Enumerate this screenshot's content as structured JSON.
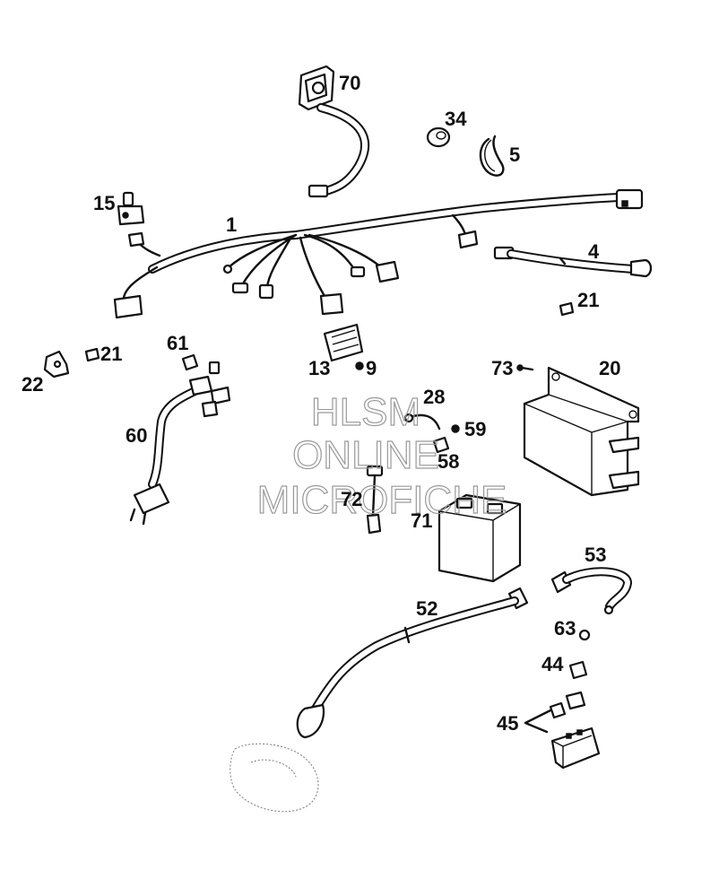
{
  "callouts": [
    {
      "id": "c70",
      "text": "70"
    },
    {
      "id": "c34",
      "text": "34"
    },
    {
      "id": "c5",
      "text": "5"
    },
    {
      "id": "c15",
      "text": "15"
    },
    {
      "id": "c1",
      "text": "1"
    },
    {
      "id": "c4",
      "text": "4"
    },
    {
      "id": "c21a",
      "text": "21"
    },
    {
      "id": "c21b",
      "text": "21"
    },
    {
      "id": "c22",
      "text": "22"
    },
    {
      "id": "c61",
      "text": "61"
    },
    {
      "id": "c13",
      "text": "13"
    },
    {
      "id": "c9",
      "text": "9"
    },
    {
      "id": "c73",
      "text": "73"
    },
    {
      "id": "c20",
      "text": "20"
    },
    {
      "id": "c28",
      "text": "28"
    },
    {
      "id": "c59",
      "text": "59"
    },
    {
      "id": "c58",
      "text": "58"
    },
    {
      "id": "c60",
      "text": "60"
    },
    {
      "id": "c72",
      "text": "72"
    },
    {
      "id": "c71",
      "text": "71"
    },
    {
      "id": "c53",
      "text": "53"
    },
    {
      "id": "c52",
      "text": "52"
    },
    {
      "id": "c63",
      "text": "63"
    },
    {
      "id": "c44",
      "text": "44"
    },
    {
      "id": "c45",
      "text": "45"
    }
  ],
  "watermark": {
    "line1": "HLSM",
    "line2": "ONLINE",
    "line3": "MICROFICHE"
  }
}
